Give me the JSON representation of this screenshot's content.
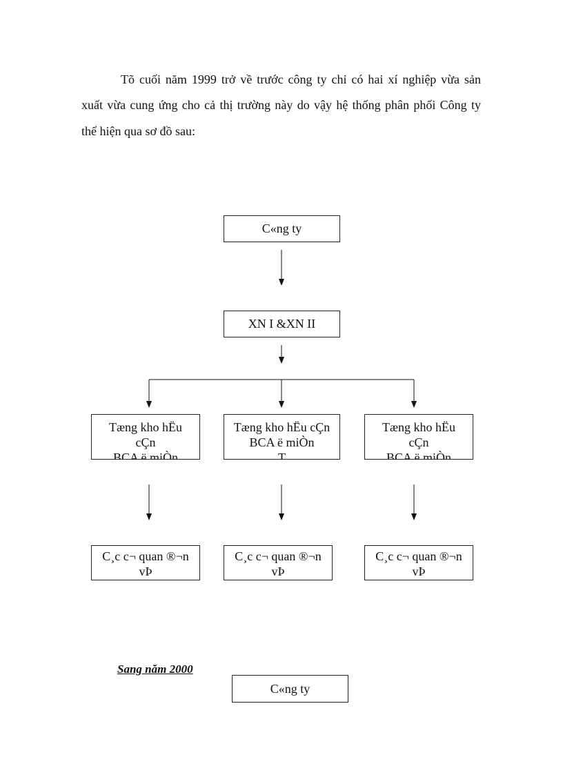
{
  "paragraph": {
    "lines": [
      "Tõ cuối năm 1999 trở về trước công ty chỉ có hai xí nghiệp vừa sản",
      "xuất vừa cung ứng cho cả thị trường này do vậy hệ thống phân phối Công ty",
      "thể hiện qua sơ đồ sau:"
    ]
  },
  "diagram": {
    "top": "C«ng ty",
    "second": "XN I &XN II",
    "depots": [
      {
        "lines": [
          "Tæng kho hËu",
          "cÇn",
          "BCA ë miÒn"
        ]
      },
      {
        "lines": [
          "Tæng kho hËu cÇn",
          "BCA ë miÒn",
          "T"
        ]
      },
      {
        "lines": [
          "Tæng kho hËu",
          "cÇn",
          "BCA ë miÒn"
        ]
      }
    ],
    "units": [
      {
        "lines": [
          "C¸c c¬ quan ®¬n",
          "vÞ"
        ]
      },
      {
        "lines": [
          "C¸c c¬ quan ®¬n",
          "vÞ"
        ]
      },
      {
        "lines": [
          "C¸c c¬ quan ®¬n",
          "vÞ"
        ]
      }
    ]
  },
  "section2": {
    "heading": "Sang năm 2000",
    "top": "C«ng ty"
  }
}
